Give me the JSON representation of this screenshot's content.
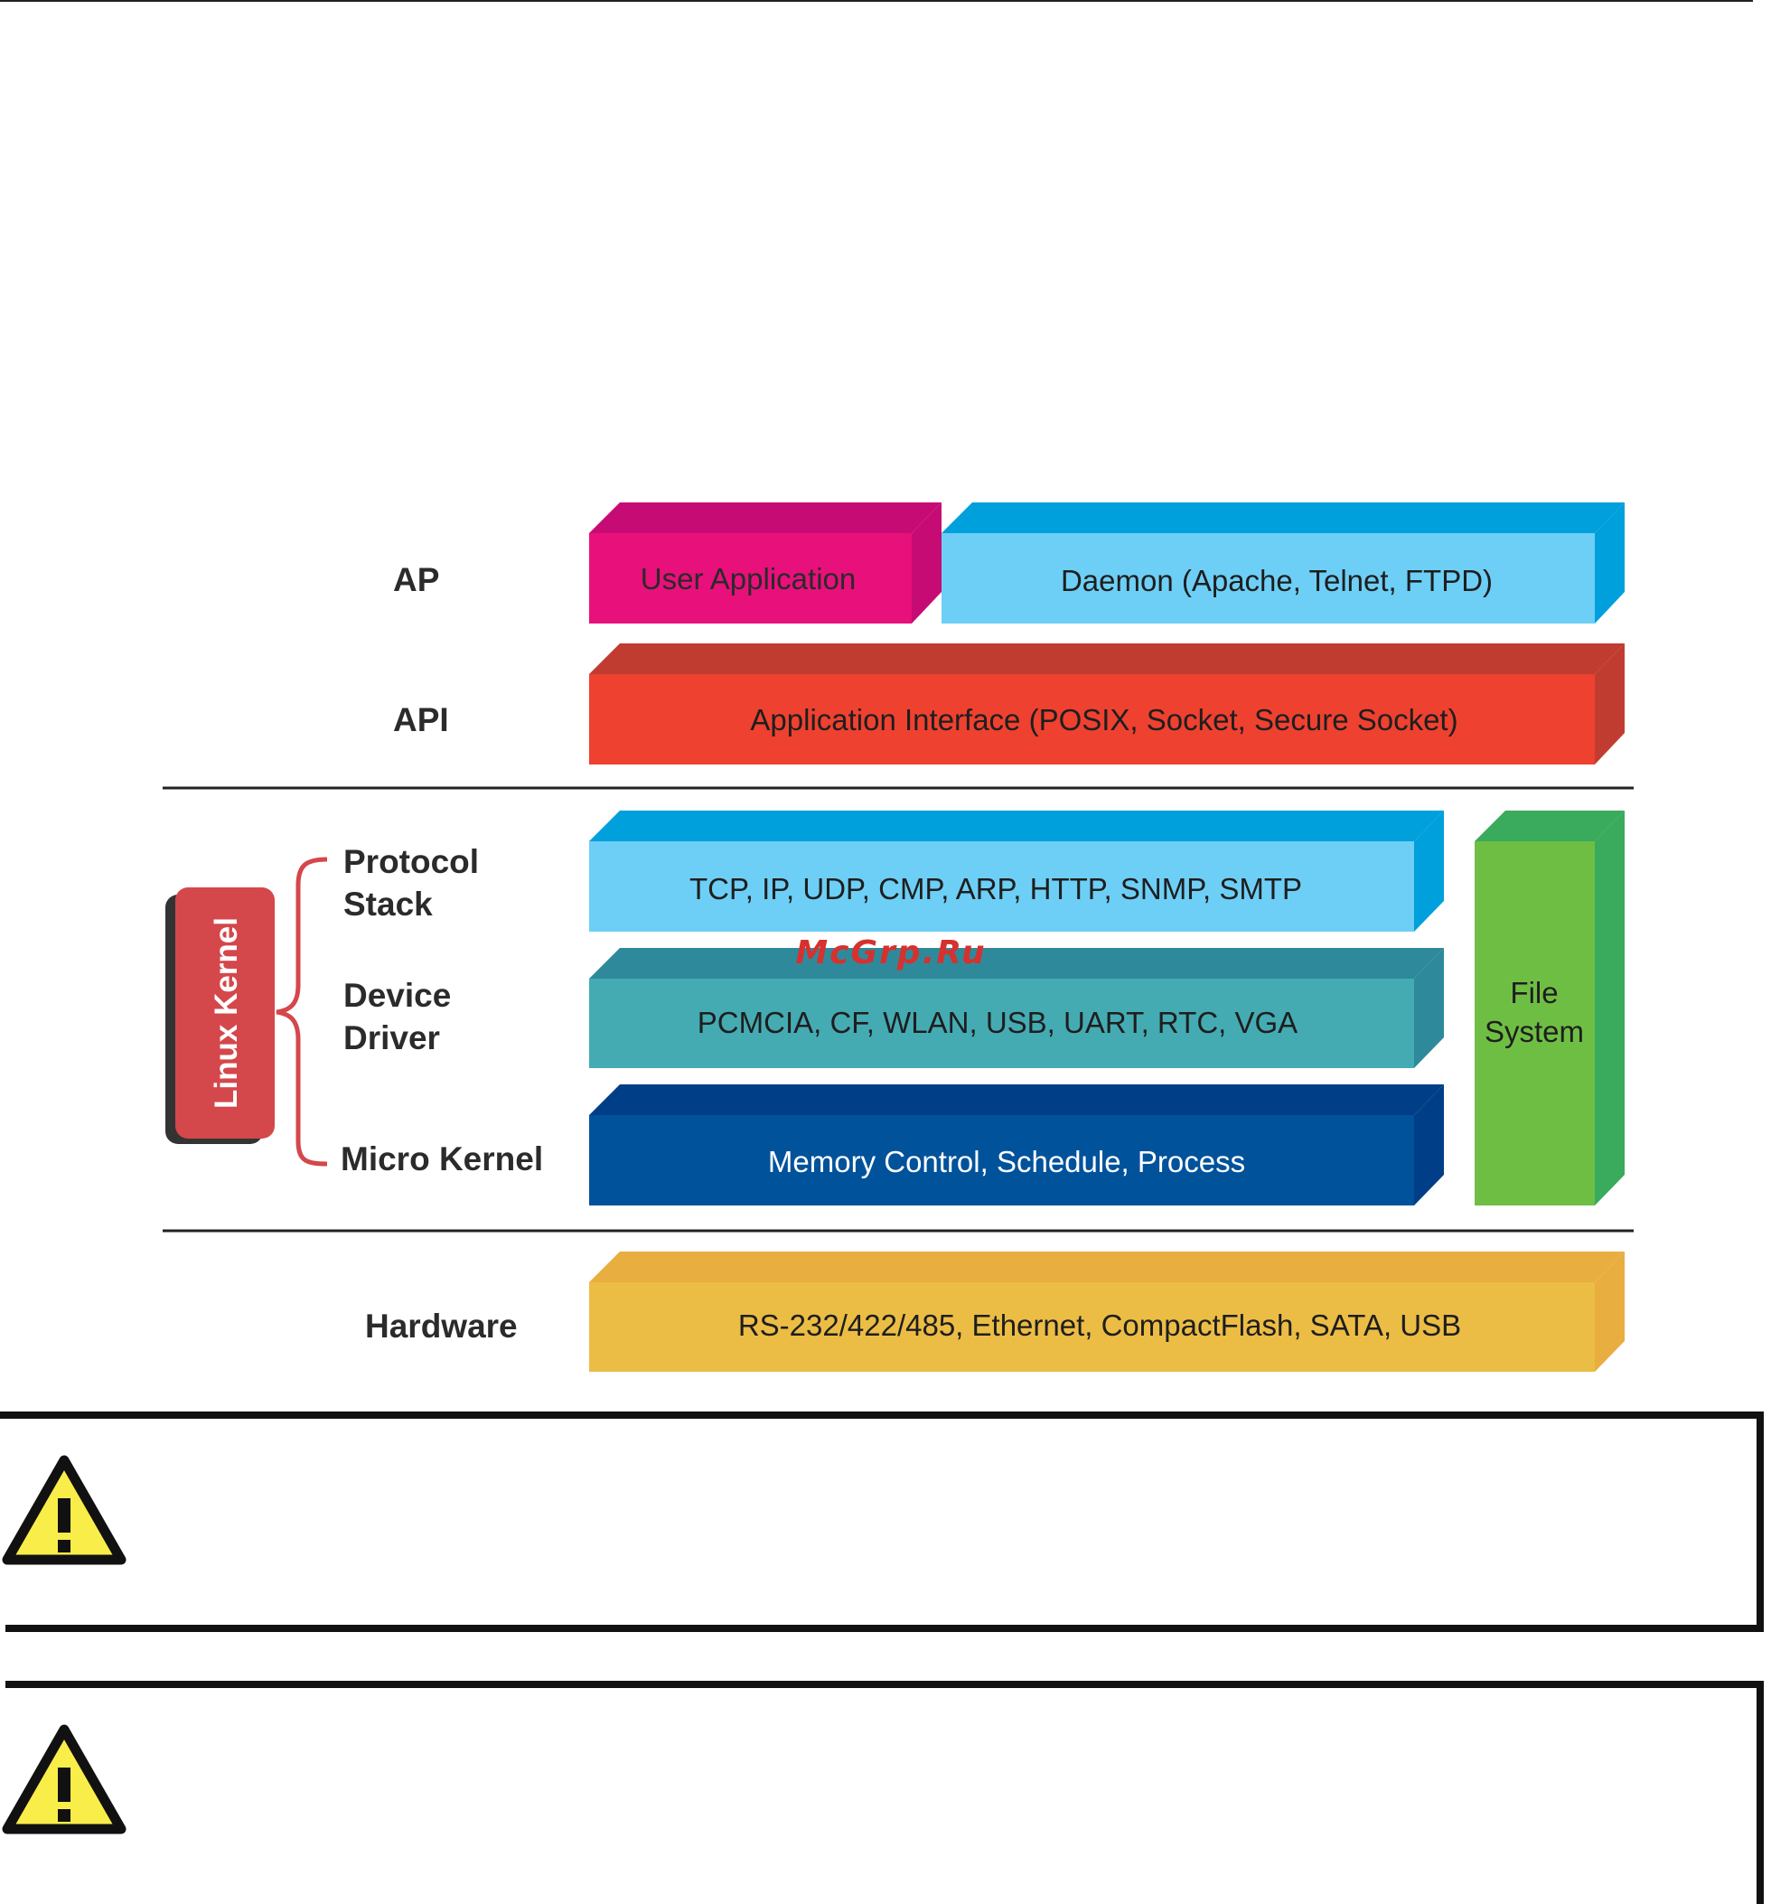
{
  "diagram": {
    "layers": {
      "ap": "AP",
      "api": "API",
      "protocol_stack_line1": "Protocol",
      "protocol_stack_line2": "Stack",
      "device_driver_line1": "Device",
      "device_driver_line2": "Driver",
      "micro_kernel": "Micro Kernel",
      "hardware": "Hardware"
    },
    "kernel_group": "Linux Kernel",
    "boxes": {
      "user_application": "User Application",
      "daemon": "Daemon (Apache, Telnet, FTPD)",
      "application_interface": "Application Interface (POSIX, Socket, Secure Socket)",
      "protocol": "TCP, IP, UDP, CMP, ARP, HTTP, SNMP, SMTP",
      "device_driver": "PCMCIA, CF, WLAN, USB, UART, RTC, VGA",
      "micro_kernel": "Memory Control, Schedule, Process",
      "file_system_line1": "File",
      "file_system_line2": "System",
      "hardware": "RS-232/422/485, Ethernet, CompactFlash, SATA, USB"
    },
    "watermark": "McGrp.Ru",
    "colors": {
      "user_app": "#e8107b",
      "daemon": "#6dcff6",
      "api": "#ee4130",
      "protocol": "#6dcff6",
      "driver": "#45abb3",
      "kernel": "#00529b",
      "file_system": "#6fbe44",
      "hardware": "#ecbd45",
      "linux_kernel": "#d4474b"
    }
  }
}
